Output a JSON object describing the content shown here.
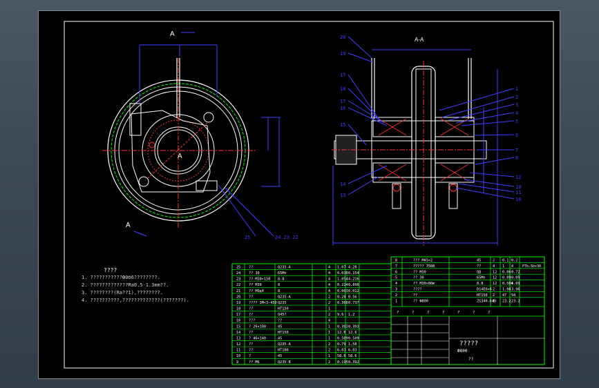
{
  "section_labels": {
    "view_a_top": "A",
    "view_a_bottom": "A",
    "center": "A",
    "section_title": "A-A"
  },
  "left_callouts": {
    "c25": "25",
    "c24": "24 23 22"
  },
  "right_callouts_left": [
    "20",
    "19",
    "17",
    "18",
    "17",
    "16",
    "15",
    "14",
    "13"
  ],
  "right_callouts_right": [
    "1",
    "2",
    "3",
    "4",
    "5",
    "6",
    "7",
    "8",
    "12",
    "10",
    "11",
    "10"
  ],
  "notes": {
    "title": "????",
    "lines": [
      "1. ???????????Ф0б6????????.",
      "2. ?????????????Ra0.5-1.3mm??.",
      "3. ????????(Ra??1),????????.",
      "4. ??????????,?????????????(???????)."
    ]
  },
  "parts_left": [
    [
      "25",
      "??",
      "Q235-A",
      "4",
      "1.07",
      "4.28"
    ],
    [
      "24",
      "?? 30",
      "65Mn",
      "4",
      "0.038",
      "0.154"
    ],
    [
      "23",
      "?? M30×150",
      "8.8",
      "4",
      "1.054",
      "4.216"
    ],
    [
      "22",
      "?? M30",
      "8",
      "4",
      "0.224",
      "0.896"
    ],
    [
      "21",
      "?? M9д4",
      "8",
      "4",
      "0.003",
      "0.012"
    ],
    [
      "20",
      "??",
      "Q235-A",
      "2",
      "0.28",
      "0.56"
    ],
    [
      "19",
      "???? 3M×3-450",
      "Q235",
      "2",
      "0.368",
      "0.737"
    ],
    [
      "18",
      "??",
      "HT150",
      "1",
      "",
      "",
      ""
    ],
    [
      "17",
      "??",
      "Q45?",
      "2",
      "9.6",
      "1.2"
    ],
    [
      "16",
      "???",
      "??",
      "4",
      "",
      ""
    ],
    [
      "15",
      "? 26×100",
      "45",
      "1",
      "0.393",
      "0.393"
    ],
    [
      "14",
      "??",
      "HT150",
      "1",
      "12.6",
      "12.6"
    ],
    [
      "13",
      "? 46×140",
      "45",
      "1",
      "0.509",
      "0.509"
    ],
    [
      "12",
      "??",
      "Q235-A",
      "2",
      "0.79",
      "1.58"
    ],
    [
      "11",
      "??",
      "HT100",
      "2",
      "6.83",
      "6.83"
    ],
    [
      "10",
      "?",
      "45",
      "1",
      "58.6",
      "58.6"
    ],
    [
      "9",
      "?? M6",
      "Q235-B",
      "2",
      "0.195",
      "0.392"
    ]
  ],
  "parts_right": [
    [
      "8",
      "??? M45×2",
      "45",
      "2",
      "0.1",
      "0.2"
    ],
    [
      "7",
      "????? 7508",
      "??",
      "4",
      "1",
      "4"
    ],
    [
      "6",
      "?? M30",
      "Q8",
      "12",
      "0.06",
      "0.72"
    ],
    [
      "5",
      "?? 30",
      "65Mn",
      "12",
      "0.09",
      "0.09"
    ],
    [
      "4",
      "?? M30×80m",
      "8.8",
      "12",
      "0.504",
      "6.09"
    ],
    [
      "3",
      "????",
      "D14E0×6",
      "2",
      "1.98",
      "3.96"
    ],
    [
      "2",
      "??",
      "HT150",
      "2",
      "47",
      "94"
    ],
    [
      "1",
      "?? Ф800",
      "ZG340-640",
      "1",
      "23.2",
      "23.2"
    ]
  ],
  "header_row": [
    "?",
    "?",
    "?",
    "?",
    "?",
    "?",
    "?"
  ],
  "col_note_8": "P7b.5b×30",
  "title_block": {
    "name": "?????",
    "spec": "Ф800",
    "unit": "??"
  },
  "colors": {
    "line": "#ffffff",
    "center": "#ff3333",
    "dim": "#3f3fff",
    "hidden": "#00ff00",
    "table": "#00ff00"
  }
}
